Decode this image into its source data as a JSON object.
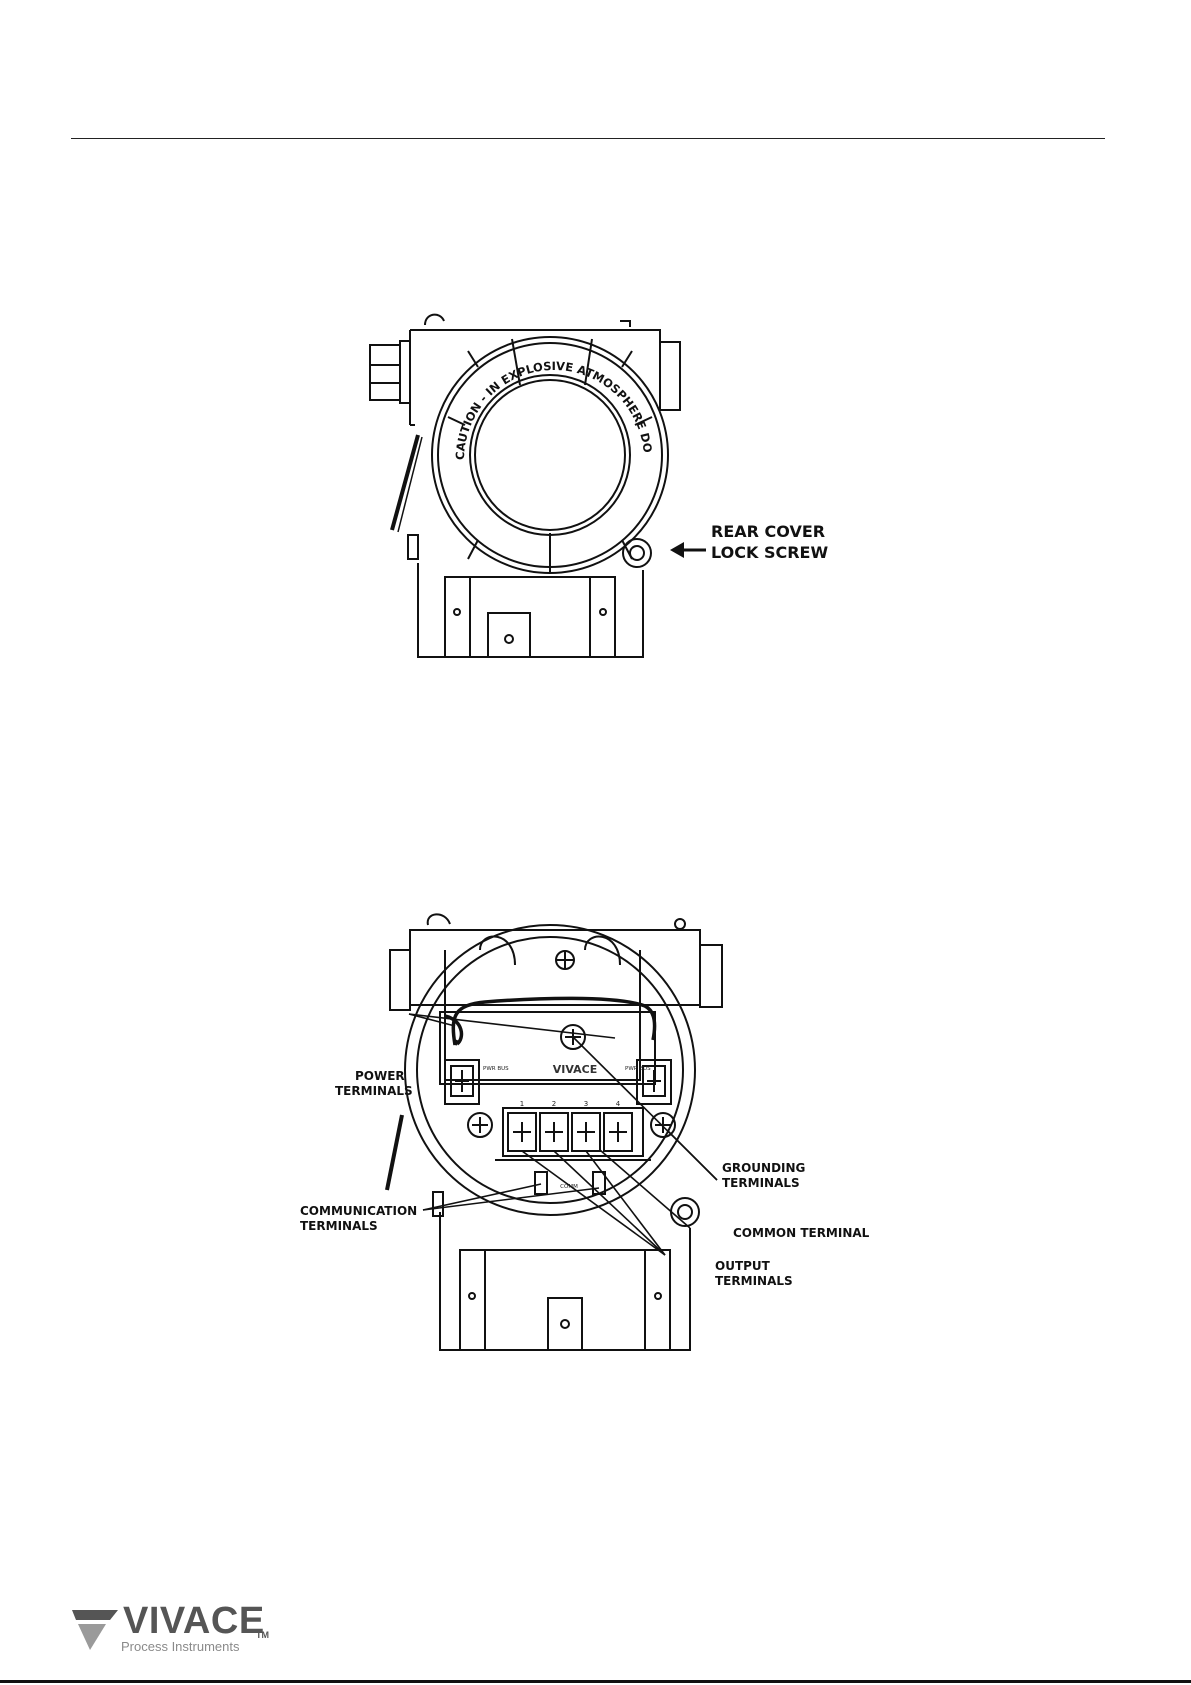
{
  "figure1": {
    "cover_caution_text": "CAUTION - IN EXPLOSIVE ATMOSPHERE DO NOT OPEN WHILE ENERGIZED -",
    "callout_line1": "REAR COVER",
    "callout_line2": "LOCK SCREW"
  },
  "figure2": {
    "board_brand": "VIVACE",
    "power_label_small_left": "PWR BUS",
    "power_label_small_right": "PWR BUS",
    "terminal_numbers": [
      "1",
      "2",
      "3",
      "4"
    ],
    "comm_small_label": "COMM",
    "callouts": {
      "power_1": "POWER",
      "power_2": "TERMINALS",
      "grounding_1": "GROUNDING",
      "grounding_2": "TERMINALS",
      "communication_1": "COMMUNICATION",
      "communication_2": "TERMINALS",
      "common": "COMMON TERMINAL",
      "output_1": "OUTPUT",
      "output_2": "TERMINALS"
    }
  },
  "footer": {
    "logo_name": "VIVACE",
    "logo_tm": "TM",
    "logo_tagline": "Process Instruments",
    "logo_color": "#555555"
  }
}
